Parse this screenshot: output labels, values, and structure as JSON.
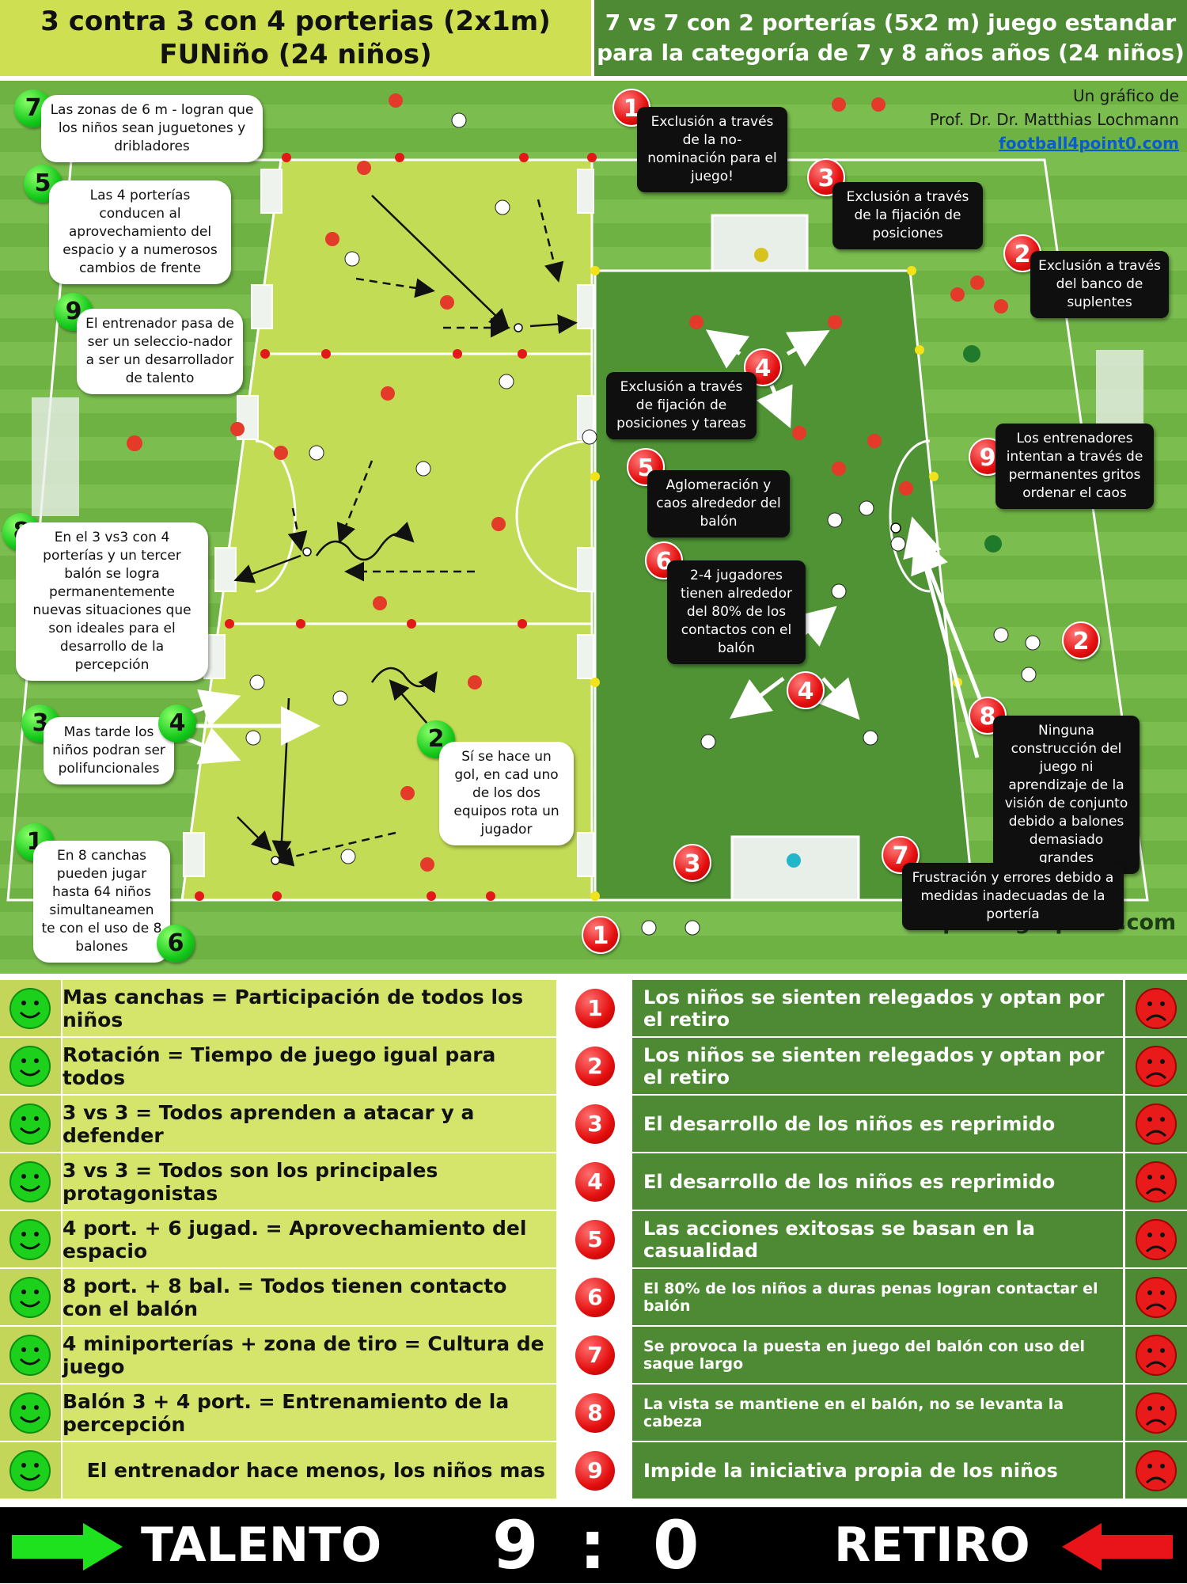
{
  "header": {
    "left_line1": "3 contra 3 con 4 porterias (2x1m)",
    "left_line2": "FUNiño (24 niños)",
    "right_line1": "7 vs 7 con 2 porterías (5x2 m) juego estandar",
    "right_line2": "para la categoría de 7 y 8 años años (24 niños)"
  },
  "credit": {
    "line1": "Un gráfico de",
    "line2": "Prof. Dr. Dr. Matthias Lochmann",
    "link": "football4point0.com"
  },
  "brand": "sports-graphics.com",
  "left_bubbles": [
    {
      "num": "7",
      "text": "Las zonas de 6 m - logran que los niños sean juguetones y dribladores"
    },
    {
      "num": "5",
      "text": "Las 4 porterías conducen al aprovechamiento del espacio y a numerosos cambios de frente"
    },
    {
      "num": "9",
      "text": "El entrenador pasa de ser un seleccio-nador a ser un desarrollador de talento"
    },
    {
      "num": "8",
      "text": "En el 3 vs3 con 4 porterías y un tercer balón se logra permanentemente nuevas situaciones que son ideales para el desarrollo de la percepción"
    },
    {
      "num": "3",
      "text": "Mas tarde los niños podran ser polifuncionales"
    },
    {
      "num": "4",
      "text": ""
    },
    {
      "num": "2",
      "text": "Sí se hace un gol, en cad uno de los dos equipos rota un jugador"
    },
    {
      "num": "1",
      "text": "En 8 canchas pueden jugar hasta 64 niños simultaneamen te con el uso de 8 balones"
    },
    {
      "num": "6",
      "text": ""
    }
  ],
  "right_bubbles": [
    {
      "num": "1",
      "text": "Exclusión a través de la no-nominación para el juego!"
    },
    {
      "num": "3",
      "text": "Exclusión a través de la fijación de posiciones"
    },
    {
      "num": "2",
      "text": "Exclusión a través del banco de suplentes"
    },
    {
      "num": "4",
      "text": "Exclusión a través de fijación de posiciones y tareas"
    },
    {
      "num": "9",
      "text": "Los entrenadores intentan a través de permanentes gritos ordenar el caos"
    },
    {
      "num": "5",
      "text": "Aglomeración y caos alrededor del balón"
    },
    {
      "num": "6",
      "text": "2-4 jugadores tienen alrededor del 80% de los contactos con el balón"
    },
    {
      "num": "2",
      "text": ""
    },
    {
      "num": "4",
      "text": ""
    },
    {
      "num": "8",
      "text": "Ninguna construcción del juego ni aprendizaje de la visión de conjunto debido a balones demasiado grandes"
    },
    {
      "num": "3",
      "text": ""
    },
    {
      "num": "7",
      "text": "Frustración y errores debido a medidas inadecuadas de la portería"
    },
    {
      "num": "1",
      "text": ""
    }
  ],
  "table": [
    {
      "num": "1",
      "left": "Mas canchas = Participación de todos los niños",
      "right": "Los niños se sienten relegados y optan por el retiro"
    },
    {
      "num": "2",
      "left": "Rotación = Tiempo de juego igual para todos",
      "right": "Los niños se sienten relegados y optan por el retiro"
    },
    {
      "num": "3",
      "left": "3 vs 3 = Todos aprenden a atacar y a defender",
      "right": "El desarrollo de los niños es reprimido"
    },
    {
      "num": "4",
      "left": "3 vs 3 = Todos son los principales protagonistas",
      "right": "El desarrollo de los niños es reprimido"
    },
    {
      "num": "5",
      "left": "4 port. + 6 jugad. = Aprovechamiento del espacio",
      "right": "Las acciones exitosas se basan en la casualidad"
    },
    {
      "num": "6",
      "left": "8 port. + 8 bal. = Todos tienen contacto con el balón",
      "right": "El 80% de los niños a duras penas logran contactar el balón"
    },
    {
      "num": "7",
      "left": "4 miniporterías + zona de tiro = Cultura de juego",
      "right": "Se provoca la puesta en juego del balón con uso del saque largo"
    },
    {
      "num": "8",
      "left": "Balón 3 + 4 port. = Entrenamiento de la percepción",
      "right": "La vista se mantiene en el balón, no se levanta la cabeza"
    },
    {
      "num": "9",
      "left": "El entrenador hace menos, los niños mas",
      "right": "Impide la iniciativa propia de los niños"
    }
  ],
  "footer": {
    "left_label": "TALENTO",
    "score_left": "9",
    "separator": ":",
    "score_right": "0",
    "right_label": "RETIRO"
  },
  "colors": {
    "light_green": "#d5e56b",
    "dark_green": "#4d8a33",
    "accent_red": "#e40f0f",
    "accent_green": "#14c91a"
  }
}
